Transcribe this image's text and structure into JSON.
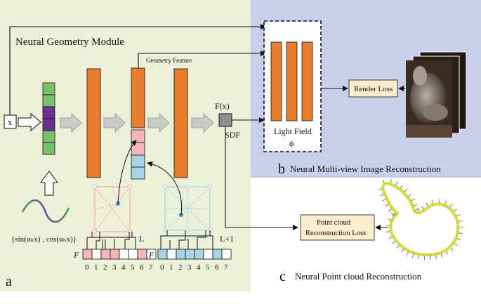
{
  "panels": {
    "a": {
      "letter": "a",
      "title": "Neural Geometry Module",
      "geometry_feature": "Geometry Feature",
      "input_label": "x",
      "sdf_value": "F(x)",
      "sdf_label": "SDF",
      "encoding_formula": "{sin(αₙx) , cos(αₙx)}",
      "level_l": "L",
      "level_l1": "L+1",
      "grid_symbol": "F",
      "grid_indices": [
        "0",
        "1",
        "2",
        "3",
        "4",
        "5",
        "6",
        "7"
      ]
    },
    "b": {
      "letter": "b",
      "title": "Neural Multi-view Image Reconstruction",
      "light_field_label": "Light Field",
      "light_field_symbol": "ϕ",
      "render_loss": "Render Loss"
    },
    "c": {
      "letter": "c",
      "title": "Neural Point cloud Reconstruction",
      "loss_line1": "Point cloud",
      "loss_line2": "Reconstruction Loss"
    }
  },
  "colors": {
    "panel_a_bg": "#ecf0d8",
    "panel_b_bg": "#c9cee9",
    "layer_orange": "#e87d2e",
    "cell_green": "#7bbf6a",
    "cell_purple": "#6a2f8f",
    "cell_pink": "#f4b6b8",
    "cell_blue": "#a8d4e6",
    "loss_box": "#fdeccd",
    "point_yellow": "#e6ef3c"
  }
}
